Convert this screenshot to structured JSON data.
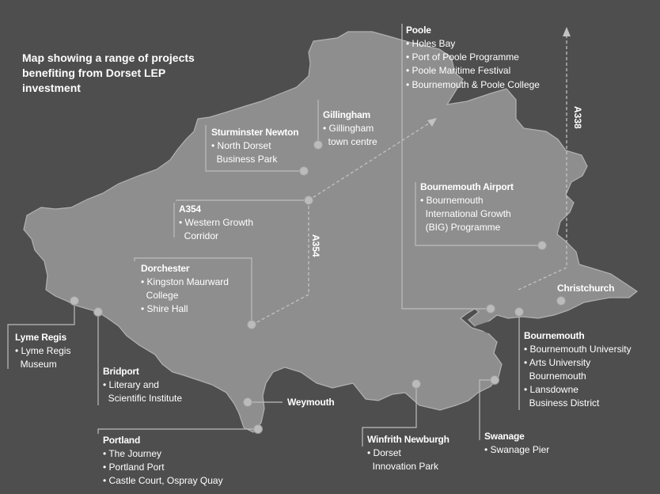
{
  "title": "Map showing a range of projects benefiting from Dorset LEP investment",
  "roads": {
    "a354_h": "A354",
    "a354_v": "A354",
    "a338": "A338"
  },
  "locations": {
    "poole": {
      "name": "Poole",
      "items": [
        "Holes Bay",
        "Port of Poole Programme",
        "Poole Maritime Festival",
        "Bournemouth & Poole College"
      ]
    },
    "gillingham": {
      "name": "Gillingham",
      "items": [
        "Gillingham",
        "town centre"
      ]
    },
    "sturminster": {
      "name": "Sturminster Newton",
      "items": [
        "North Dorset",
        "Business Park"
      ]
    },
    "a354": {
      "name": "A354",
      "items": [
        "Western Growth",
        "Corridor"
      ]
    },
    "airport": {
      "name": "Bournemouth Airport",
      "items": [
        "Bournemouth",
        "International Growth",
        "(BIG) Programme"
      ]
    },
    "dorchester": {
      "name": "Dorchester",
      "items": [
        "Kingston Maurward",
        "College",
        "Shire Hall"
      ]
    },
    "christchurch": {
      "name": "Christchurch"
    },
    "lyme": {
      "name": "Lyme Regis",
      "items": [
        "Lyme Regis",
        "Museum"
      ]
    },
    "bridport": {
      "name": "Bridport",
      "items": [
        "Literary and",
        "Scientific Institute"
      ]
    },
    "bournemouth": {
      "name": "Bournemouth",
      "items": [
        "Bournemouth University",
        "Arts University",
        "Bournemouth",
        "Lansdowne",
        "Business District"
      ]
    },
    "weymouth": {
      "name": "Weymouth"
    },
    "portland": {
      "name": "Portland",
      "items": [
        "The Journey",
        "Portland Port",
        "Castle Court, Ospray Quay"
      ]
    },
    "winfrith": {
      "name": "Winfrith Newburgh",
      "items": [
        "Dorset",
        "Innovation Park"
      ]
    },
    "swanage": {
      "name": "Swanage",
      "items": [
        "Swanage Pier"
      ]
    }
  },
  "colors": {
    "background": "#4e4e4e",
    "land": "#8d8d8d",
    "land_edge": "#b0b0b0",
    "line": "#a8a8a8",
    "dot": "#b4b4b4",
    "text": "#ffffff"
  }
}
